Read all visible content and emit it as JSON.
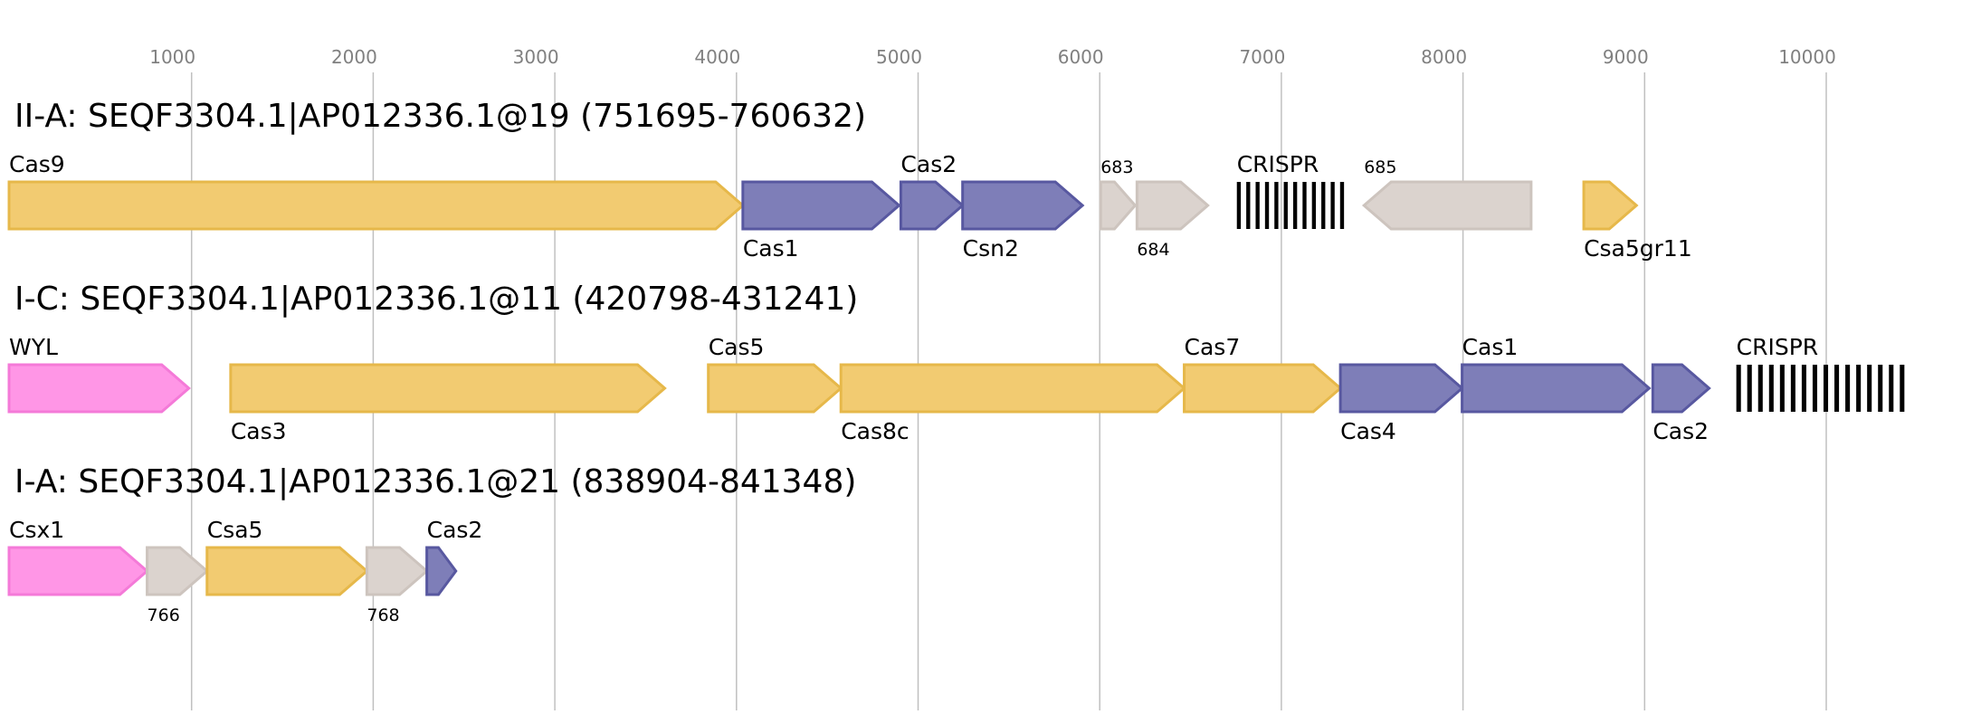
{
  "axis": {
    "ticks": [
      {
        "value": 1000,
        "label": "1000"
      },
      {
        "value": 2000,
        "label": "2000"
      },
      {
        "value": 3000,
        "label": "3000"
      },
      {
        "value": 4000,
        "label": "4000"
      },
      {
        "value": 5000,
        "label": "5000"
      },
      {
        "value": 6000,
        "label": "6000"
      },
      {
        "value": 7000,
        "label": "7000"
      },
      {
        "value": 8000,
        "label": "8000"
      },
      {
        "value": 9000,
        "label": "9000"
      },
      {
        "value": 10000,
        "label": "10000"
      }
    ]
  },
  "colors": {
    "yellow": "#f2cb71",
    "yellow_stroke": "#e6b84a",
    "blue": "#7e7eb8",
    "blue_stroke": "#5858a0",
    "pink": "#ff96e6",
    "pink_stroke": "#f47ad8",
    "gray": "#dbd3ce",
    "gray_stroke": "#cdc4be",
    "crispr": "#000000"
  },
  "tracks": [
    {
      "title": "II-A: SEQF3304.1|AP012336.1@19 (751695-760632)",
      "features": [
        {
          "label": "Cas9",
          "start": 0,
          "end": 4040,
          "strand": 1,
          "color": "yellow",
          "label_pos": "above"
        },
        {
          "label": "Cas1",
          "start": 4040,
          "end": 4900,
          "strand": 1,
          "color": "blue",
          "label_pos": "below"
        },
        {
          "label": "Cas2",
          "start": 4910,
          "end": 5250,
          "strand": 1,
          "color": "blue",
          "label_pos": "above"
        },
        {
          "label": "Csn2",
          "start": 5250,
          "end": 5910,
          "strand": 1,
          "color": "blue",
          "label_pos": "below"
        },
        {
          "label": "683",
          "start": 6010,
          "end": 6200,
          "strand": 1,
          "color": "gray",
          "label_pos": "above",
          "small": true
        },
        {
          "label": "684",
          "start": 6210,
          "end": 6600,
          "strand": 1,
          "color": "gray",
          "label_pos": "below",
          "small": true
        },
        {
          "label": "CRISPR",
          "type": "crispr",
          "start": 6760,
          "end": 7380,
          "repeats": 12,
          "label_pos": "above"
        },
        {
          "label": "685",
          "start": 7460,
          "end": 8380,
          "strand": -1,
          "color": "gray",
          "label_pos": "above",
          "small": true
        },
        {
          "label": "Csa5gr11",
          "start": 8670,
          "end": 8960,
          "strand": 1,
          "color": "yellow",
          "label_pos": "below"
        }
      ]
    },
    {
      "title": "I-C: SEQF3304.1|AP012336.1@11 (420798-431241)",
      "features": [
        {
          "label": "WYL",
          "start": 0,
          "end": 990,
          "strand": 1,
          "color": "pink",
          "label_pos": "above"
        },
        {
          "label": "Cas3",
          "start": 1220,
          "end": 3610,
          "strand": 1,
          "color": "yellow",
          "label_pos": "below"
        },
        {
          "label": "Cas5",
          "start": 3850,
          "end": 4580,
          "strand": 1,
          "color": "yellow",
          "label_pos": "above"
        },
        {
          "label": "Cas8c",
          "start": 4580,
          "end": 6470,
          "strand": 1,
          "color": "yellow",
          "label_pos": "below"
        },
        {
          "label": "Cas7",
          "start": 6470,
          "end": 7330,
          "strand": 1,
          "color": "yellow",
          "label_pos": "above"
        },
        {
          "label": "Cas4",
          "start": 7330,
          "end": 8000,
          "strand": 1,
          "color": "blue",
          "label_pos": "below"
        },
        {
          "label": "Cas1",
          "start": 8000,
          "end": 9030,
          "strand": 1,
          "color": "blue",
          "label_pos": "above"
        },
        {
          "label": "Cas2",
          "start": 9050,
          "end": 9360,
          "strand": 1,
          "color": "blue",
          "label_pos": "below"
        },
        {
          "label": "CRISPR",
          "type": "crispr",
          "start": 9510,
          "end": 10470,
          "repeats": 16,
          "label_pos": "above"
        }
      ]
    },
    {
      "title": "I-A: SEQF3304.1|AP012336.1@21 (838904-841348)",
      "features": [
        {
          "label": "Csx1",
          "start": 0,
          "end": 760,
          "strand": 1,
          "color": "pink",
          "label_pos": "above"
        },
        {
          "label": "766",
          "start": 760,
          "end": 1090,
          "strand": 1,
          "color": "gray",
          "label_pos": "below",
          "small": true
        },
        {
          "label": "Csa5",
          "start": 1090,
          "end": 1970,
          "strand": 1,
          "color": "yellow",
          "label_pos": "above"
        },
        {
          "label": "768",
          "start": 1970,
          "end": 2300,
          "strand": 1,
          "color": "gray",
          "label_pos": "below",
          "small": true
        },
        {
          "label": "Cas2",
          "start": 2300,
          "end": 2460,
          "strand": 1,
          "color": "blue",
          "label_pos": "above"
        }
      ]
    }
  ]
}
